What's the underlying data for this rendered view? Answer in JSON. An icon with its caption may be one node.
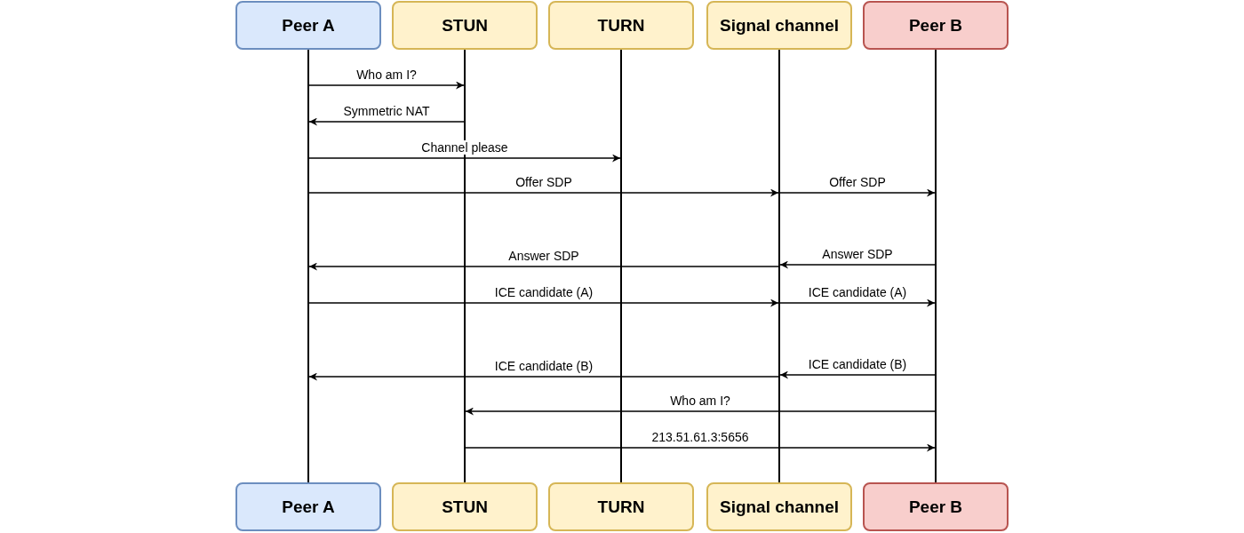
{
  "diagram": {
    "nodes": [
      {
        "text": [
          "Peer A"
        ]
      },
      {
        "text": [
          "STUN"
        ]
      },
      {
        "text": [
          "TURN"
        ]
      },
      {
        "text": [
          "Signal channel"
        ]
      },
      {
        "text": [
          "Peer B"
        ]
      },
      {
        "text": [],
        "shape": "bar"
      },
      {
        "text": [],
        "shape": "bar"
      },
      {
        "text": [],
        "shape": "bar"
      },
      {
        "text": [],
        "shape": "bar"
      },
      {
        "text": [],
        "shape": "bar"
      },
      {
        "text": [
          "Peer A"
        ]
      },
      {
        "text": [
          "STUN"
        ]
      },
      {
        "text": [
          "TURN"
        ]
      },
      {
        "text": [
          "Signal channel"
        ]
      },
      {
        "text": [
          "Peer B"
        ]
      }
    ],
    "edges": [
      {
        "from": 5,
        "to": 6,
        "arrow": "to",
        "label": "Who am I?"
      },
      {
        "from": 6,
        "to": 5,
        "arrow": "to",
        "label": "Symmetric NAT"
      },
      {
        "from": 5,
        "to": 7,
        "arrow": "to",
        "label": "Channel please"
      },
      {
        "from": 5,
        "to": 8,
        "arrow": "to",
        "label": "Offer SDP"
      },
      {
        "from": 8,
        "to": 9,
        "arrow": "to",
        "label": "Offer SDP"
      },
      {
        "from": 8,
        "to": 5,
        "arrow": "to",
        "label": "Answer SDP"
      },
      {
        "from": 9,
        "to": 8,
        "arrow": "to",
        "label": "Answer SDP"
      },
      {
        "from": 5,
        "to": 8,
        "arrow": "to",
        "label": "ICE candidate (A)"
      },
      {
        "from": 8,
        "to": 9,
        "arrow": "to",
        "label": "ICE candidate (A)"
      },
      {
        "from": 8,
        "to": 5,
        "arrow": "to",
        "label": "ICE candidate (B)"
      },
      {
        "from": 9,
        "to": 8,
        "arrow": "to",
        "label": "ICE candidate (B)"
      },
      {
        "from": 9,
        "to": 6,
        "arrow": "to",
        "label": "Who am I?"
      },
      {
        "from": 6,
        "to": 9,
        "arrow": "to",
        "label": "213.51.61.3:5656"
      }
    ]
  }
}
